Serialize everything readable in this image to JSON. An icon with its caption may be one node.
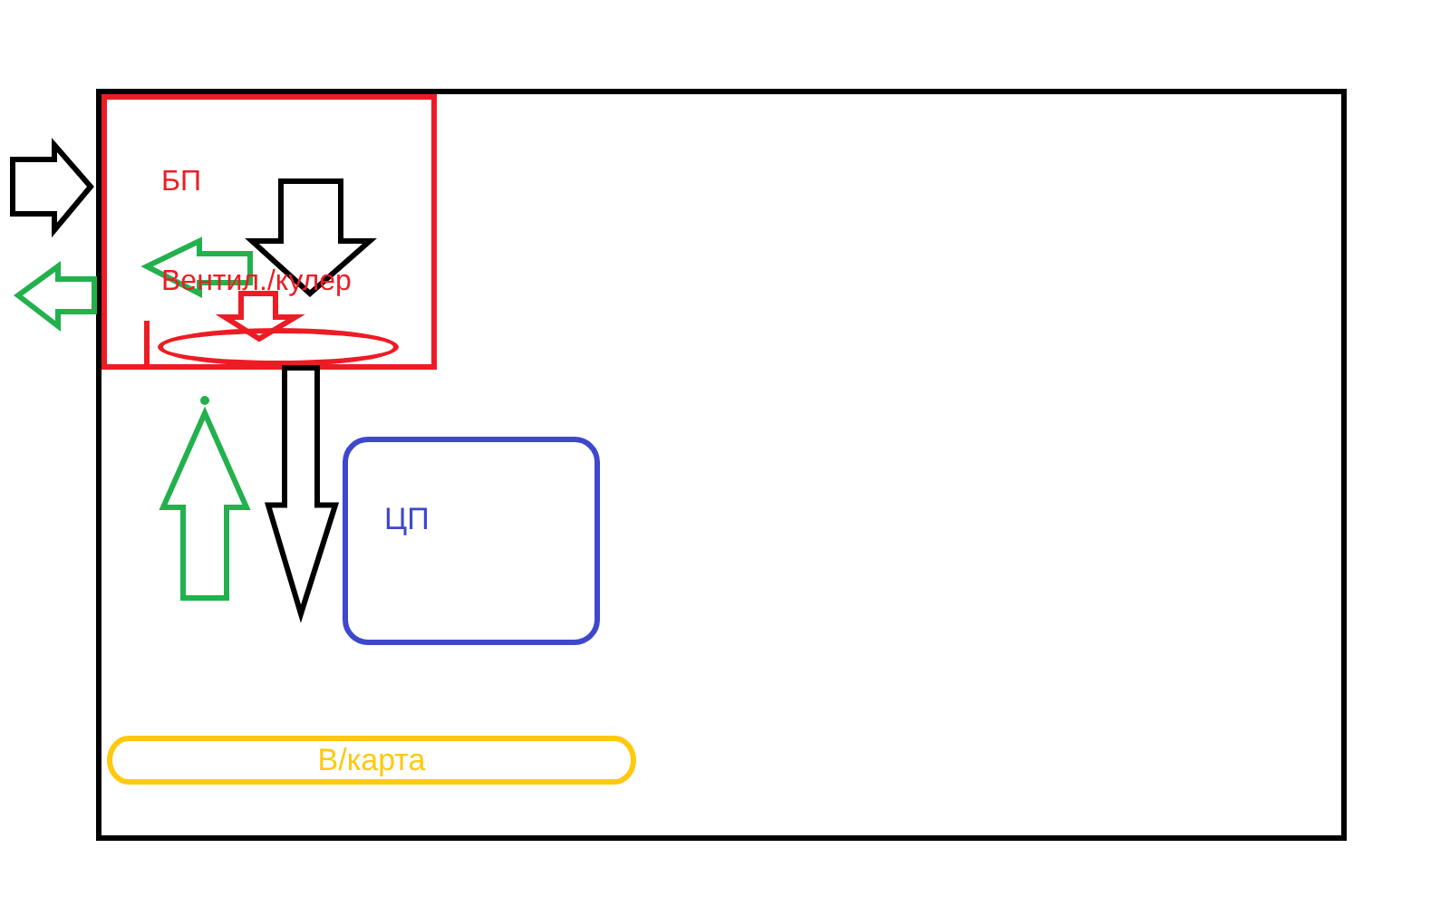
{
  "diagram": {
    "nodes": [
      {
        "text": [],
        "shape": "box"
      },
      {
        "text": [
          "БП"
        ],
        "in": 0
      },
      {
        "text": [
          "Вентил./кулер"
        ],
        "in": 1
      },
      {
        "text": [
          "ЦП"
        ],
        "in": 0
      },
      {
        "text": [
          "В/карта"
        ],
        "in": 0
      }
    ],
    "edges": [
      {
        "from": 2,
        "to": 3,
        "arrow": "to"
      }
    ]
  }
}
